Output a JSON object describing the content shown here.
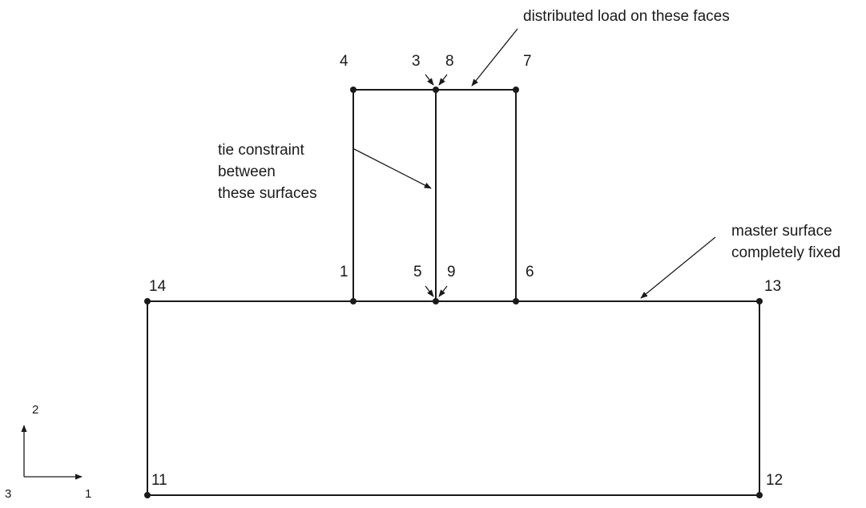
{
  "diagram": {
    "node_labels": {
      "n1": "1",
      "n3": "3",
      "n4": "4",
      "n5": "5",
      "n6": "6",
      "n7": "7",
      "n8": "8",
      "n9": "9",
      "n11": "11",
      "n12": "12",
      "n13": "13",
      "n14": "14"
    },
    "annotations": {
      "distributed_load": "distributed load on these faces",
      "tie_line1": "tie constraint",
      "tie_line2": "between",
      "tie_line3": "these surfaces",
      "master_line1": "master surface",
      "master_line2": "completely fixed"
    },
    "axes": {
      "vertical": "2",
      "horizontal": "1",
      "out_of_plane": "3"
    }
  }
}
